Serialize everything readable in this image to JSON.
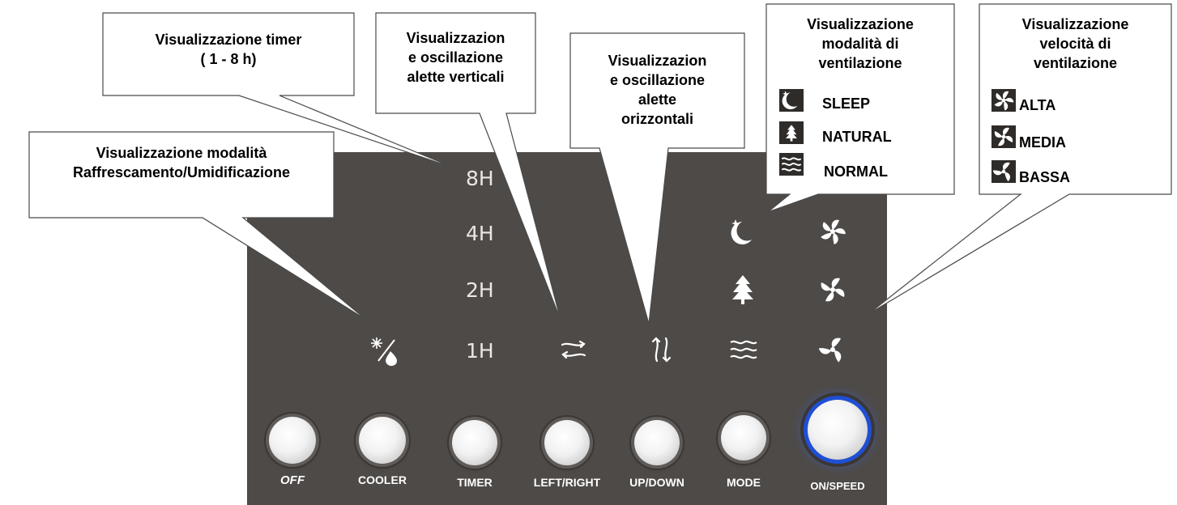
{
  "panel": {
    "timer_labels": [
      "8H",
      "4H",
      "2H",
      "1H"
    ],
    "buttons": [
      {
        "label": "OFF"
      },
      {
        "label": "COOLER"
      },
      {
        "label": "TIMER"
      },
      {
        "label": "LEFT/RIGHT"
      },
      {
        "label": "UP/DOWN"
      },
      {
        "label": "MODE"
      },
      {
        "label": "ON/SPEED"
      }
    ],
    "icons": [
      "cooler-humidify-icon",
      "horizontal-swing-icon",
      "vertical-swing-icon",
      "sleep-mode-icon",
      "natural-mode-icon",
      "normal-mode-icon",
      "fan-high-icon",
      "fan-medium-icon",
      "fan-low-icon"
    ]
  },
  "callouts": {
    "cooler": {
      "line1": "Visualizzazione modalità",
      "line2": "Raffrescamento/Umidificazione"
    },
    "timer": {
      "line1": "Visualizzazione timer",
      "line2": "( 1 - 8 h)"
    },
    "vertical": {
      "line1": "Visualizzazion",
      "line2": "e oscillazione",
      "line3": "alette verticali"
    },
    "horizontal": {
      "line1": "Visualizzazion",
      "line2": "e oscillazione",
      "line3": "alette",
      "line4": "orizzontali"
    },
    "mode": {
      "line1": "Visualizzazione",
      "line2": "modalità di",
      "line3": "ventilazione",
      "items": [
        {
          "label": "SLEEP"
        },
        {
          "label": "NATURAL"
        },
        {
          "label": "NORMAL"
        }
      ]
    },
    "speed": {
      "line1": "Visualizzazione",
      "line2": "velocità di",
      "line3": "ventilazione",
      "items": [
        {
          "label": "ALTA"
        },
        {
          "label": "MEDIA"
        },
        {
          "label": "BASSA"
        }
      ]
    }
  },
  "colors": {
    "panel": "#4e4a47",
    "glow": "#1f4fd4",
    "text_light": "#e9e7e4"
  }
}
